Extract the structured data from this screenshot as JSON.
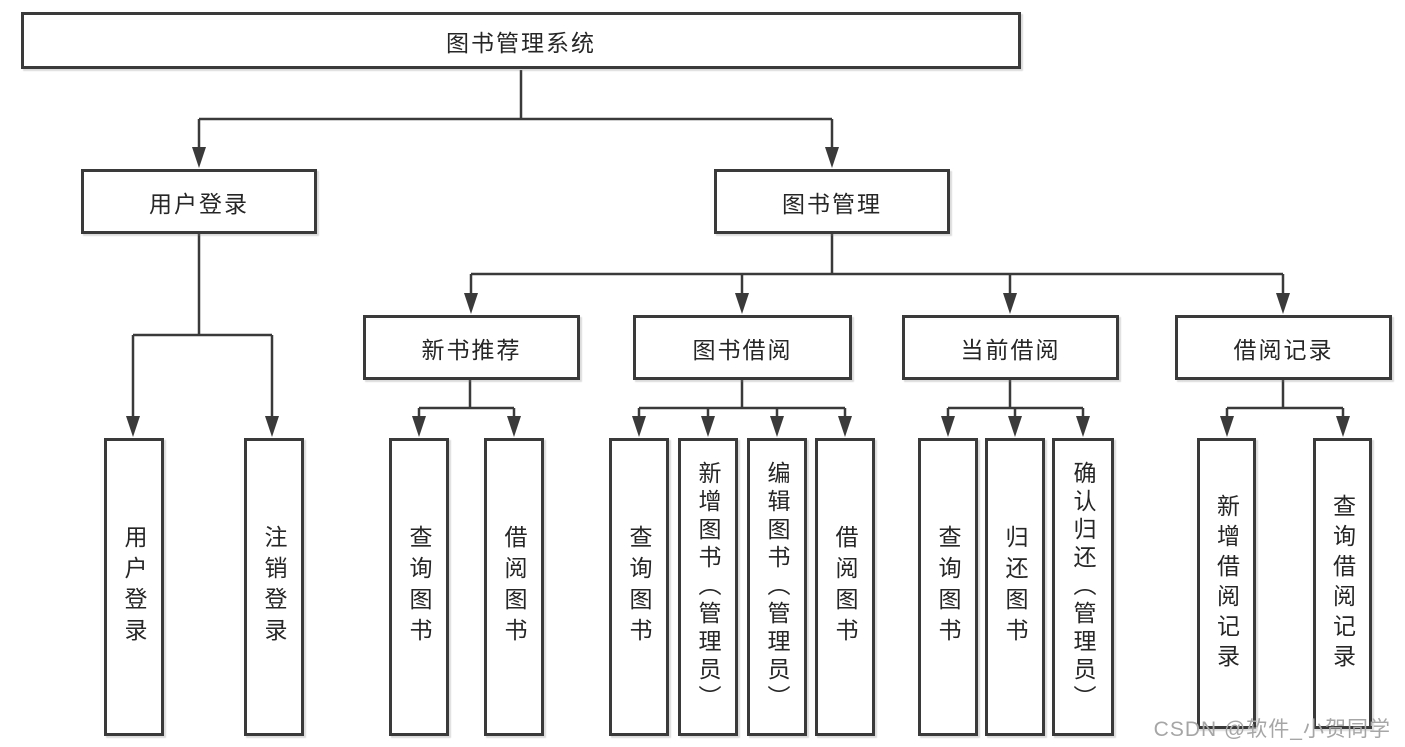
{
  "diagram": {
    "watermark": "CSDN @软件_小贺同学",
    "colors": {
      "line": "#3a3a3a",
      "box_border": "#3a3a3a",
      "box_fill": "#ffffff",
      "text": "#262626",
      "watermark": "#a6a6a6",
      "background": "#ffffff"
    },
    "tree": {
      "label": "图书管理系统",
      "children": [
        {
          "label": "用户登录",
          "children": [
            {
              "label": "用户登录"
            },
            {
              "label": "注销登录"
            }
          ]
        },
        {
          "label": "图书管理",
          "children": [
            {
              "label": "新书推荐",
              "children": [
                {
                  "label": "查询图书"
                },
                {
                  "label": "借阅图书"
                }
              ]
            },
            {
              "label": "图书借阅",
              "children": [
                {
                  "label": "查询图书"
                },
                {
                  "label": "新增图书（管理员）"
                },
                {
                  "label": "编辑图书（管理员）"
                },
                {
                  "label": "借阅图书"
                }
              ]
            },
            {
              "label": "当前借阅",
              "children": [
                {
                  "label": "查询图书"
                },
                {
                  "label": "归还图书"
                },
                {
                  "label": "确认归还（管理员）"
                }
              ]
            },
            {
              "label": "借阅记录",
              "children": [
                {
                  "label": "新增借阅记录"
                },
                {
                  "label": "查询借阅记录"
                }
              ]
            }
          ]
        }
      ]
    }
  }
}
